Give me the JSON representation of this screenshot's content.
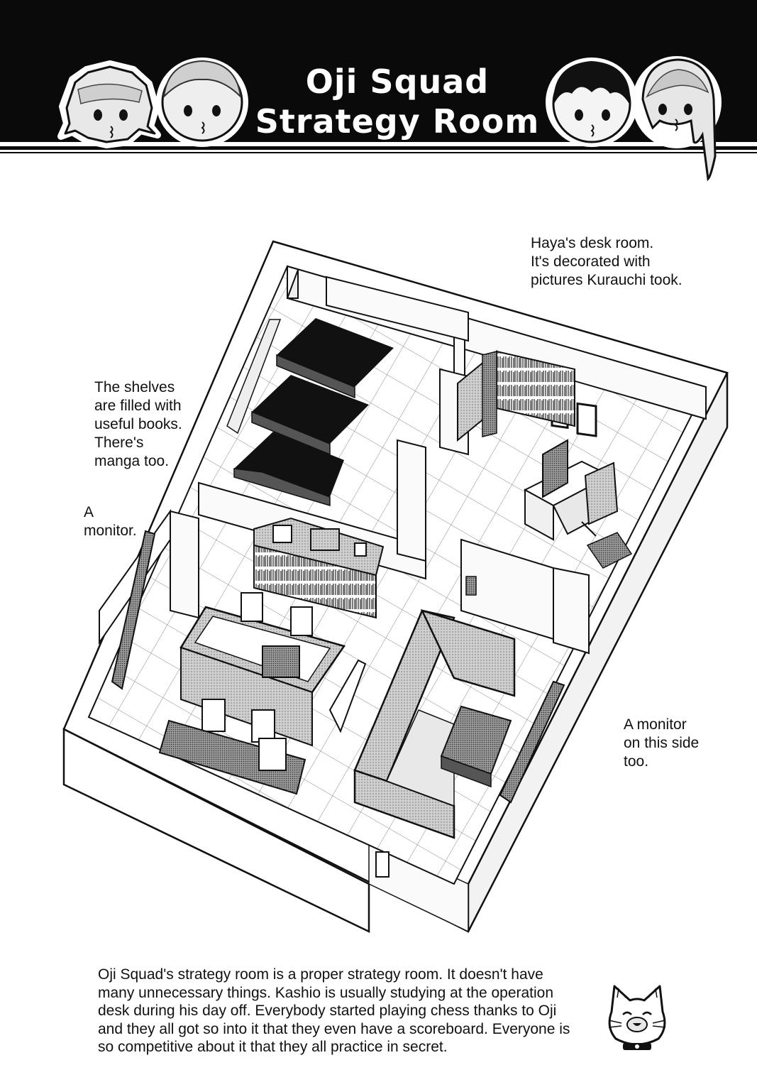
{
  "header": {
    "title_line_1": "Oji Squad",
    "title_line_2": "Strategy Room",
    "background": "#0a0a0a",
    "title_color": "#ffffff"
  },
  "annotations": {
    "desk_room": [
      "Haya's desk room.",
      "It's decorated with",
      "pictures Kurauchi took."
    ],
    "shelves": [
      "The shelves",
      "are filled with",
      "useful books.",
      "There's",
      "manga too."
    ],
    "monitor_left": [
      "A",
      "monitor."
    ],
    "monitor_right": [
      "A monitor",
      "on this side",
      "too."
    ]
  },
  "caption": [
    "Oji Squad's strategy room is a proper strategy room. It doesn't have",
    "many unnecessary things. Kashio is usually studying at the operation",
    "desk during his day off. Everybody started playing chess thanks to Oji",
    "and they all got so into it that they even have a scoreboard. Everyone is",
    "so competitive about it that they all practice in secret."
  ],
  "icons": {
    "faces": [
      "face-1-icon",
      "face-2-icon",
      "face-3-icon",
      "face-4-icon"
    ],
    "mascot": "cat-mascot-icon"
  }
}
